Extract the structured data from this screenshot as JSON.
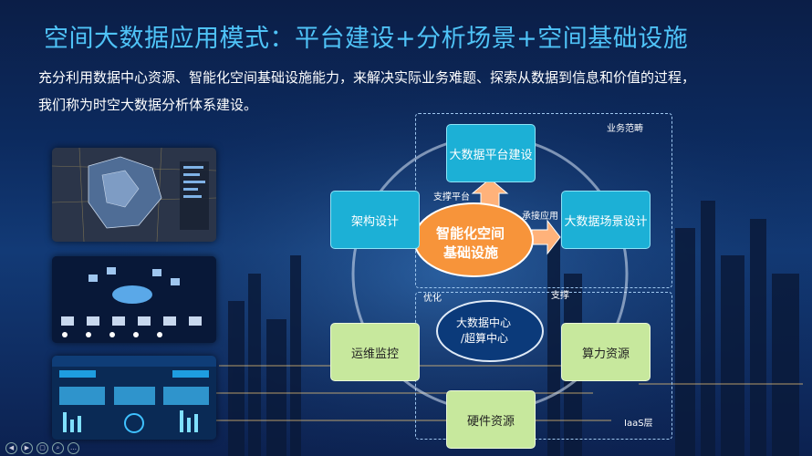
{
  "header": {
    "title": "空间大数据应用模式：平台建设+分析场景+空间基础设施",
    "desc_line1": "充分利用数据中心资源、智能化空间基础设施能力，来解决实际业务难题、探索从数据到信息和价值的过程，",
    "desc_line2": "我们称为时空大数据分析体系建设。"
  },
  "diagram": {
    "region_business": "业务范畴",
    "region_iaas": "IaaS层",
    "center_core": "智能化空间基础设施",
    "center_datacenter_line1": "大数据中心",
    "center_datacenter_line2": "/超算中心",
    "nodes": {
      "platform": "大数据平台建设",
      "scene": "大数据场景设计",
      "arch": "架构设计",
      "ops": "运维监控",
      "compute": "算力资源",
      "hardware": "硬件资源"
    },
    "edges": {
      "support_platform": "支撑平台",
      "carry_app": "承接应用",
      "optimize": "优化",
      "support": "支撑"
    }
  },
  "colors": {
    "title": "#4fc3f7",
    "core": "#f7943a",
    "node_blue": "#1cb0d6",
    "node_green": "#c7e89d"
  },
  "controls": [
    "◀",
    "▶",
    "▢",
    "⌕",
    "…"
  ]
}
